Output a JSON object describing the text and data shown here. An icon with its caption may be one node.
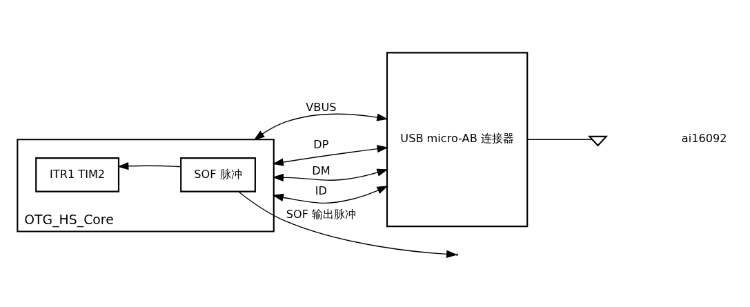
{
  "diagram": {
    "nodes": [
      {
        "text": [
          "OTG_HS_Core"
        ]
      },
      {
        "text": [
          "ITR1 TIM2"
        ],
        "in": 0
      },
      {
        "text": [
          "SOF 脉冲"
        ],
        "in": 0
      },
      {
        "text": [
          "USB micro-AB 连接器"
        ]
      },
      {
        "text": [],
        "shape": "ground"
      }
    ],
    "edges": [
      {
        "from": 2,
        "to": 1,
        "arrow": "to"
      },
      {
        "from": 2,
        "to": null,
        "arrow": "to",
        "label": "SOF 输出脉冲"
      },
      {
        "from": 0,
        "to": 3,
        "arrow": "both",
        "label": "VBUS"
      },
      {
        "from": 0,
        "to": 3,
        "arrow": "both",
        "label": "DP"
      },
      {
        "from": 0,
        "to": 3,
        "arrow": "both",
        "label": "DM"
      },
      {
        "from": 0,
        "to": 3,
        "arrow": "both",
        "label": "ID"
      },
      {
        "from": 3,
        "to": 4,
        "arrow": "none"
      }
    ],
    "labels": [
      "ai16092"
    ]
  }
}
